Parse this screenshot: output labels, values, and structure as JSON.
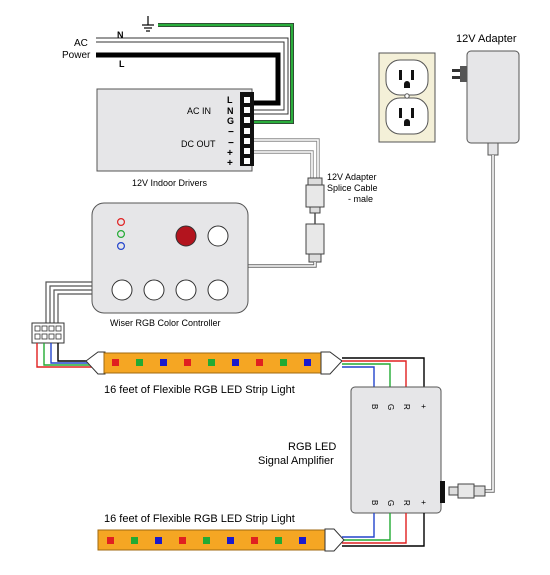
{
  "labels": {
    "ac": "AC",
    "power": "Power",
    "neutral": "N",
    "line": "L",
    "adapter_title": "12V Adapter",
    "driver_pin_l": "L",
    "driver_pin_n": "N",
    "driver_pin_g": "G",
    "ac_in": "AC IN",
    "dc_out": "DC OUT",
    "minus_1": "−",
    "minus_2": "−",
    "plus_1": "+",
    "plus_2": "+",
    "driver_caption": "12V Indoor Drivers",
    "splice_line1": "12V Adapter",
    "splice_line2": "Splice Cable",
    "splice_line3": "- male",
    "controller_caption": "Wiser RGB Color Controller",
    "strip1_caption": "16 feet of Flexible RGB LED Strip Light",
    "strip2_caption": "16 feet of Flexible RGB LED Strip Light",
    "amp_line1": "RGB LED",
    "amp_line2": "Signal Amplifier",
    "amp_top_pins": [
      "B",
      "G",
      "R",
      "+"
    ],
    "amp_bottom_pins": [
      "B",
      "G",
      "R",
      "+"
    ]
  },
  "colors": {
    "wire_black": "#000000",
    "wire_white": "#ffffff",
    "wire_green": "#22aa33",
    "wire_red": "#e02020",
    "wire_blue": "#2244cc",
    "strip_fill": "#f5a623",
    "box_fill": "#e6e6e8",
    "outlet_fill": "#f4f0d8",
    "button_red": "#b3141e"
  },
  "icons": {
    "ground": "ground-symbol-icon",
    "outlet": "duplex-outlet-icon",
    "plug": "wall-plug-icon",
    "buttons": "controller-button-icon"
  }
}
